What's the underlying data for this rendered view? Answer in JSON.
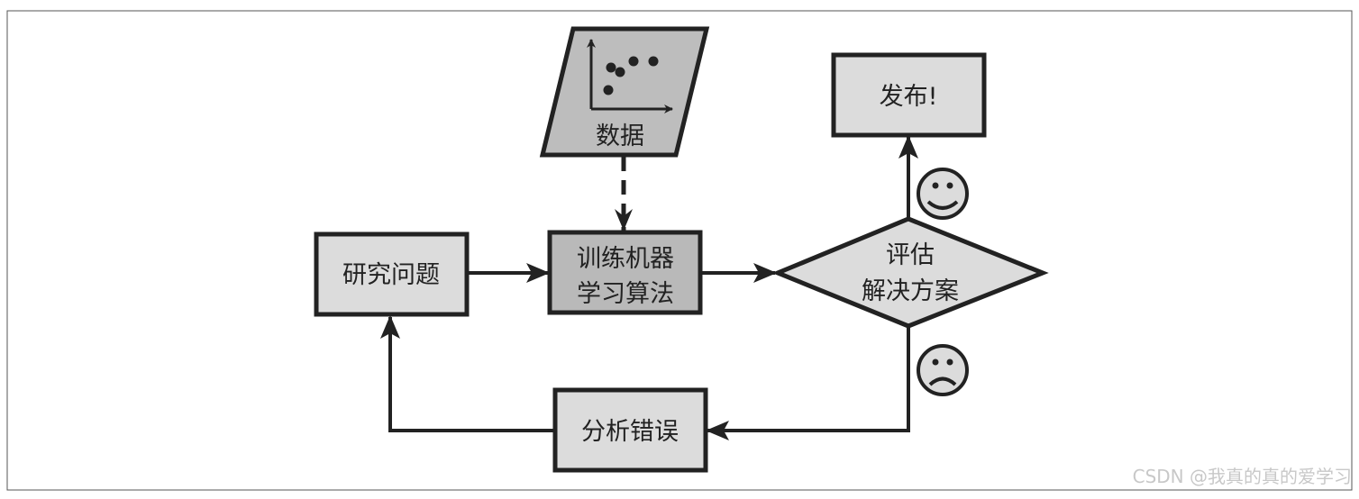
{
  "diagram": {
    "nodes": {
      "data": "数据",
      "research": "研究问题",
      "train_line1": "训练机器",
      "train_line2": "学习算法",
      "evaluate_line1": "评估",
      "evaluate_line2": "解决方案",
      "launch": "发布!",
      "analyze": "分析错误"
    },
    "colors": {
      "box_fill": "#dcdcdc",
      "train_fill": "#b9b9b9",
      "data_fill": "#bdbdbd",
      "stroke": "#222222"
    }
  },
  "watermark": "CSDN @我真的真的爱学习"
}
